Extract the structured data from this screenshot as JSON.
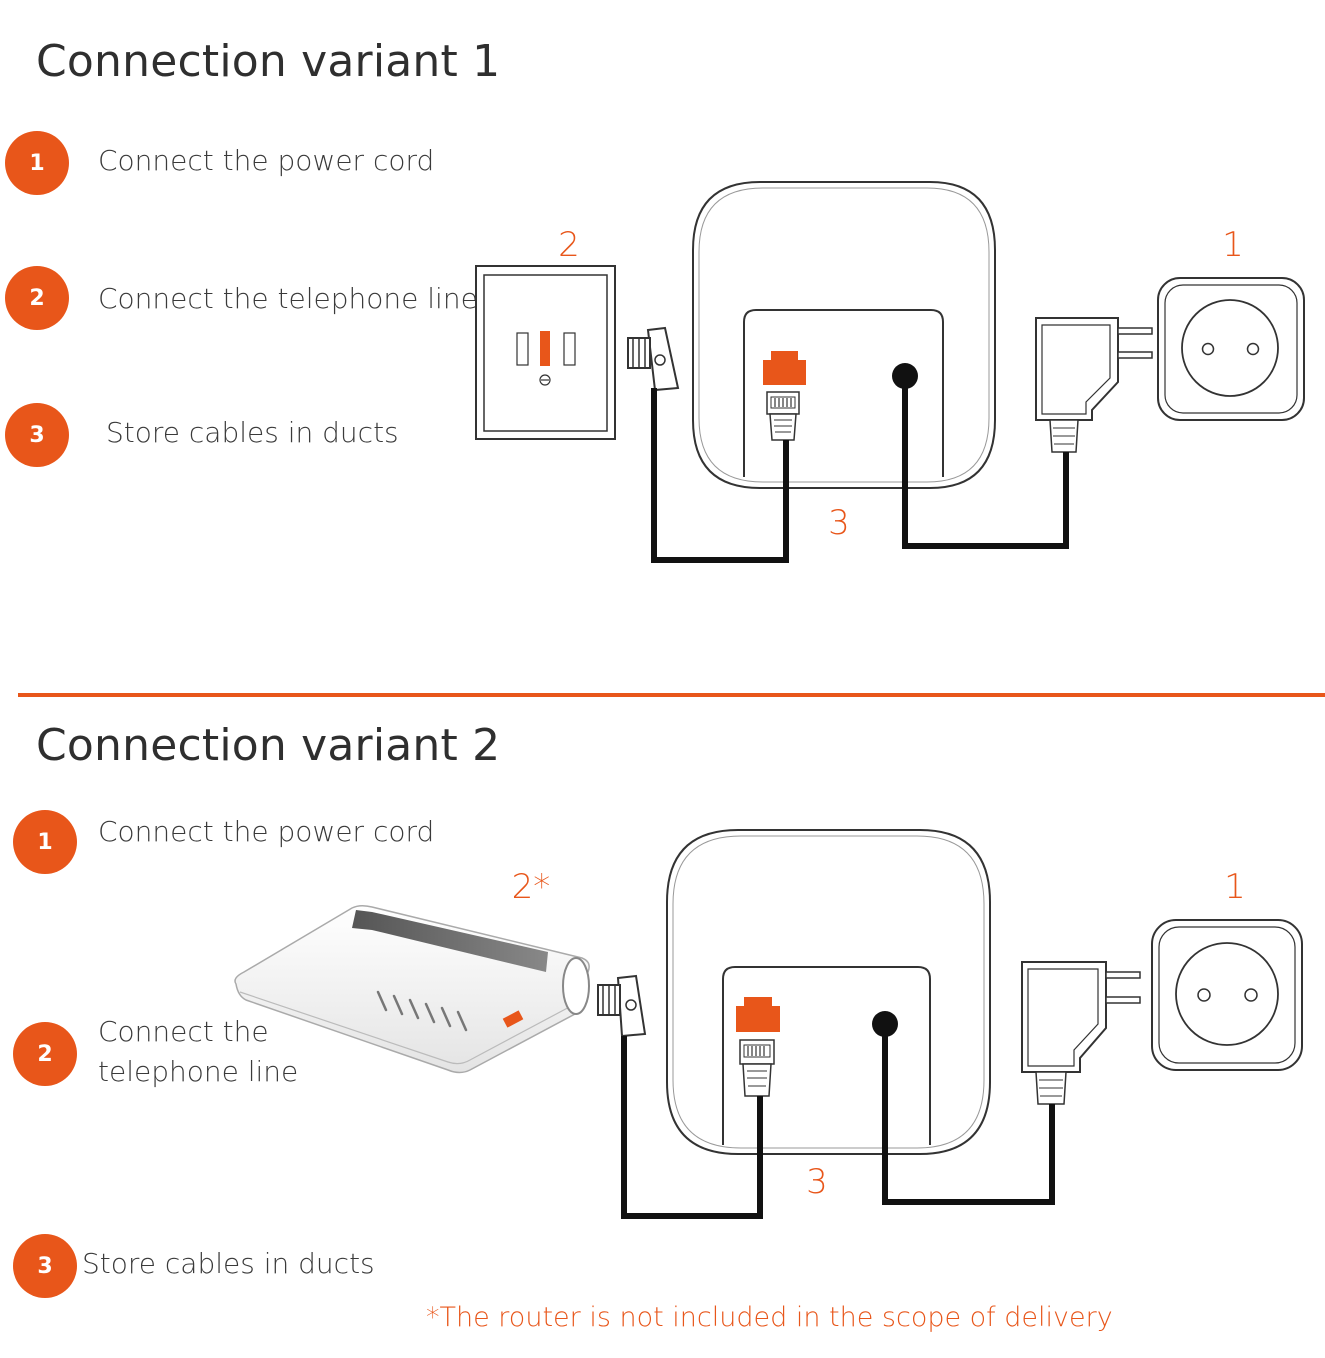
{
  "colors": {
    "accent": "#e8561a",
    "line": "#111111",
    "outline": "#333333",
    "footnote": "#e8561a"
  },
  "variant1": {
    "title": "Connection variant 1",
    "steps": [
      {
        "number": "1",
        "text": "Connect the power cord"
      },
      {
        "number": "2",
        "text": "Connect the telephone line"
      },
      {
        "number": "3",
        "text": "Store cables in ducts"
      }
    ],
    "callouts": {
      "wall_socket": "2",
      "power_outlet": "1",
      "cable_duct": "3"
    }
  },
  "variant2": {
    "title": "Connection variant 2",
    "steps": [
      {
        "number": "1",
        "text": "Connect the power cord"
      },
      {
        "number": "2",
        "text_line1": "Connect the",
        "text_line2": "telephone line"
      },
      {
        "number": "3",
        "text": "Store cables in ducts"
      }
    ],
    "callouts": {
      "router": "2*",
      "power_outlet": "1",
      "cable_duct": "3"
    }
  },
  "footnote": "*The router is not included in the scope of delivery"
}
